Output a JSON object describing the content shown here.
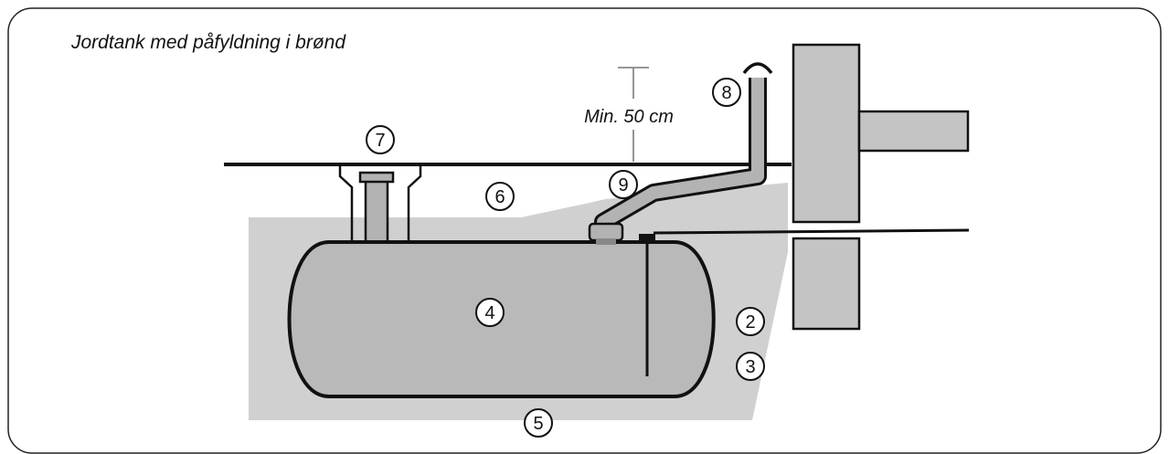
{
  "title": "Jordtank med påfyldning i brønd",
  "distance_label": "Min. 50 cm",
  "callouts": [
    {
      "id": "2",
      "label": "2"
    },
    {
      "id": "3",
      "label": "3"
    },
    {
      "id": "4",
      "label": "4"
    },
    {
      "id": "5",
      "label": "5"
    },
    {
      "id": "6",
      "label": "6"
    },
    {
      "id": "7",
      "label": "7"
    },
    {
      "id": "8",
      "label": "8"
    },
    {
      "id": "9",
      "label": "9"
    }
  ],
  "colors": {
    "backfill": "#d0d0d0",
    "tank_fill": "#b9b9b9",
    "pipe_fill": "#b3b3b3",
    "wall_fill": "#c4c4c4",
    "stroke": "#111111",
    "light_stroke": "#888888"
  }
}
